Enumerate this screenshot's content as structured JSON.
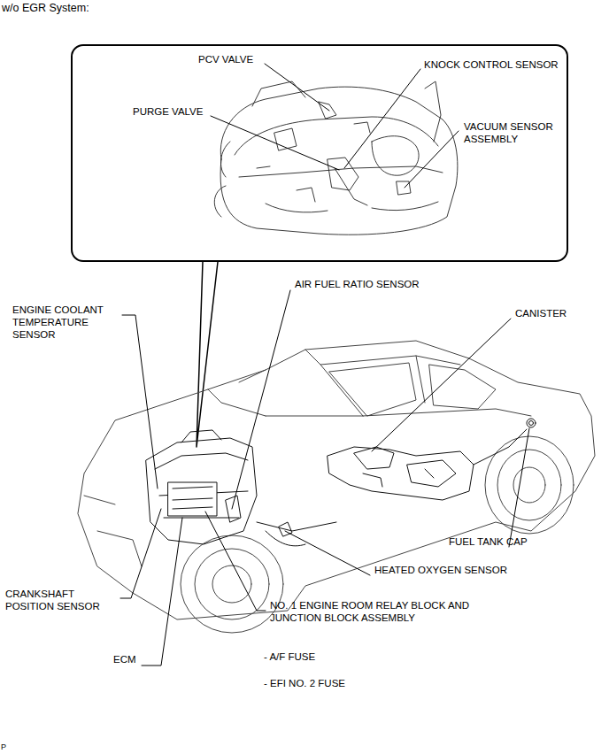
{
  "diagram": {
    "title": "w/o EGR System:",
    "nodes": [
      {
        "text": [
          "PCV VALVE",
          "KNOCK CONTROL SENSOR",
          "PURGE VALVE",
          "VACUUM SENSOR ASSEMBLY"
        ]
      }
    ],
    "labels": [
      "AIR FUEL RATIO SENSOR",
      "ENGINE COOLANT TEMPERATURE SENSOR",
      "CANISTER",
      "FUEL TANK CAP",
      "HEATED OXYGEN SENSOR",
      "CRANKSHAFT POSITION SENSOR",
      "NO. 1 ENGINE ROOM RELAY BLOCK AND JUNCTION BLOCK ASSEMBLY",
      "ECM",
      "- A/F FUSE",
      "- EFI NO. 2 FUSE",
      "P"
    ]
  }
}
